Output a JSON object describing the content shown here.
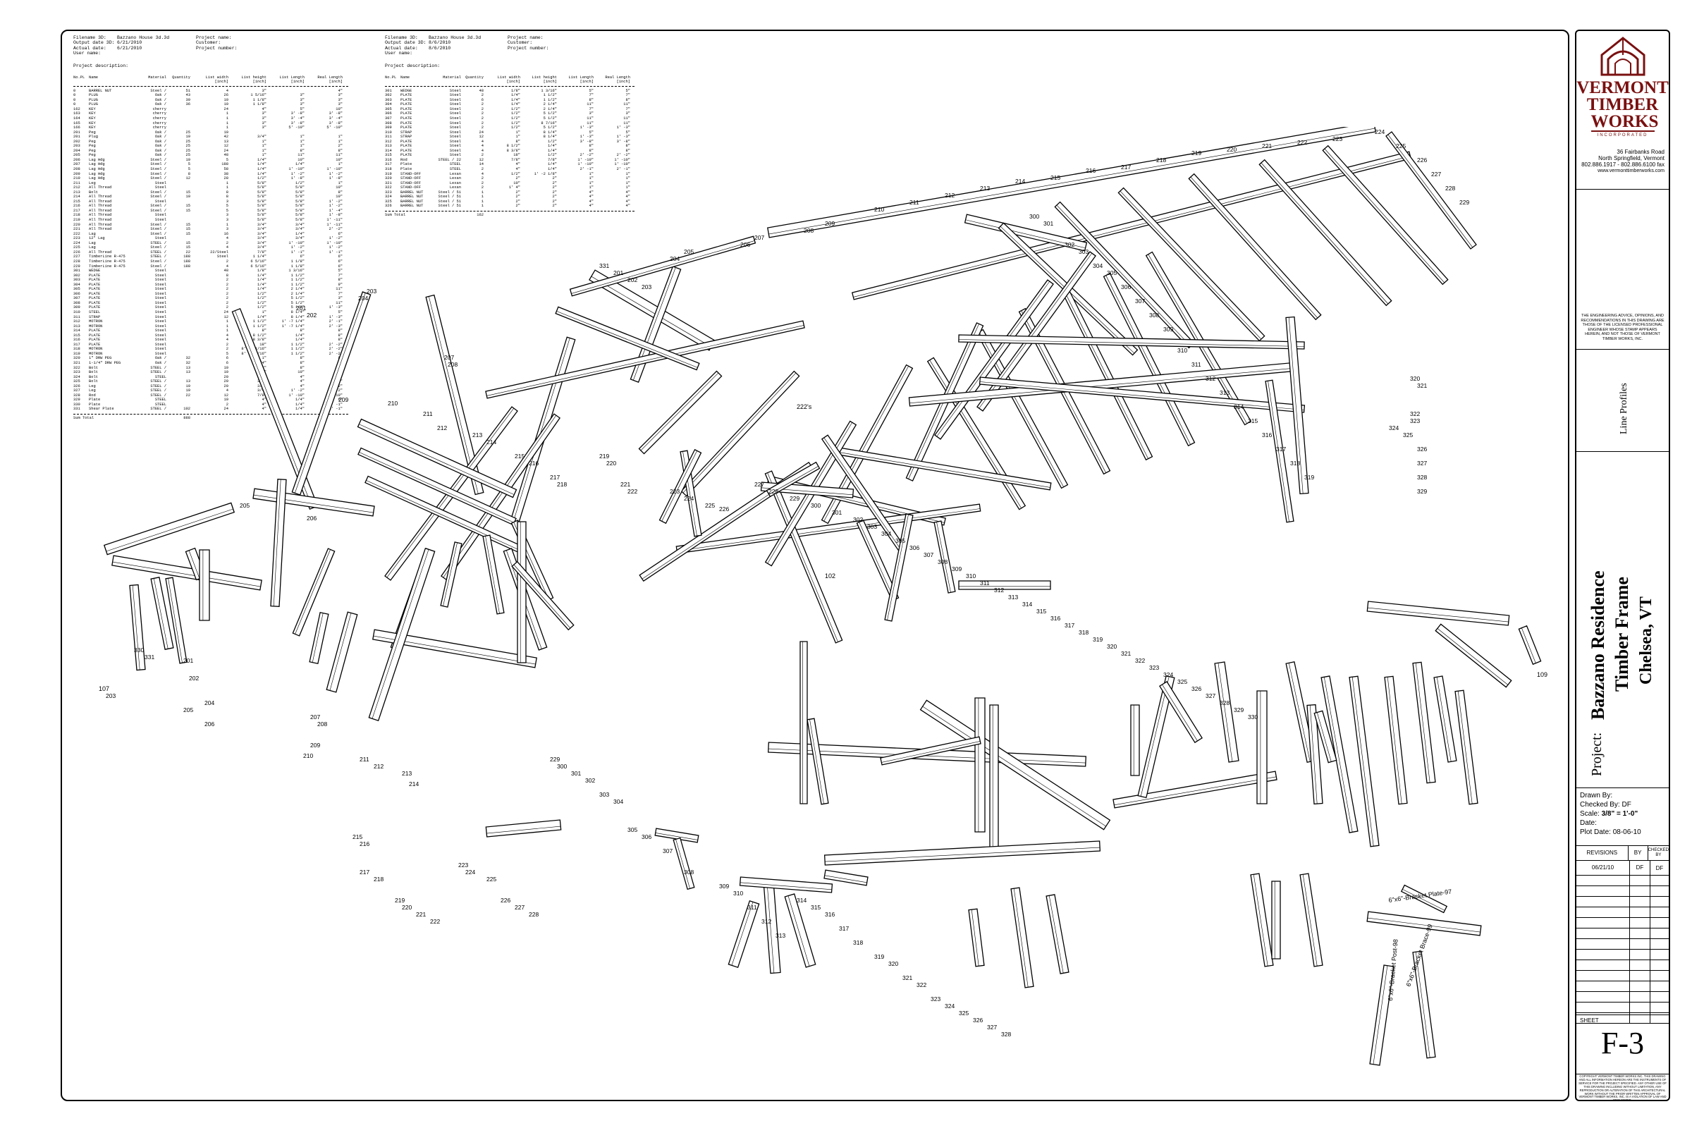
{
  "header_left": {
    "meta": [
      [
        "Filename 3D:",
        "Bazzano House 3d.3d",
        "Project name:"
      ],
      [
        "Output date 3D:",
        "6/21/2010",
        "Customer:"
      ],
      [
        "Actual date:",
        "6/21/2010",
        "Project number:"
      ],
      [
        "User name:",
        "",
        ""
      ]
    ],
    "description_label": "Project description:",
    "columns": [
      "No.PL",
      "Name",
      "Material",
      "Quantity",
      "List width [inch]",
      "List height [inch]",
      "List Length [inch]",
      "Real Length [inch]"
    ],
    "rows": [
      [
        "0",
        "BARREL NUT",
        "Steel /",
        "51",
        "4",
        "3\"",
        "",
        "4\""
      ],
      [
        "0",
        "PLUG",
        "Oak /",
        "43",
        "26",
        "1 5/16\"",
        "3\"",
        "3\""
      ],
      [
        "0",
        "PLUG",
        "Oak /",
        "39",
        "10",
        "1 1/8\"",
        "3\"",
        "3\""
      ],
      [
        "0",
        "PLUG",
        "Oak /",
        "36",
        "10",
        "1 1/8\"",
        "3\"",
        "3\""
      ],
      [
        "162",
        "KEY",
        "cherry",
        "",
        "24",
        "4\"",
        "5\"",
        "10\""
      ],
      [
        "163",
        "KEY",
        "cherry",
        "",
        "1",
        "3\"",
        "3' -8\"",
        "3' -8\""
      ],
      [
        "164",
        "KEY",
        "cherry",
        "",
        "1",
        "3\"",
        "3' -4\"",
        "3' -4\""
      ],
      [
        "165",
        "KEY",
        "cherry",
        "",
        "1",
        "3\"",
        "3' -8\"",
        "3' -8\""
      ],
      [
        "166",
        "KEY",
        "cherry",
        "",
        "1",
        "3\"",
        "5' -10\"",
        "5' -10\""
      ],
      [
        "201",
        "Peg",
        "Oak /",
        "25",
        "10",
        "",
        "",
        ""
      ],
      [
        "201",
        "Plug",
        "Oak /",
        "19",
        "42",
        "3/4\"",
        "1\"",
        "1\""
      ],
      [
        "202",
        "Peg",
        "Oak /",
        "25",
        "13",
        "1\"",
        "1\"",
        "1\""
      ],
      [
        "203",
        "Peg",
        "Oak /",
        "25",
        "12",
        "1\"",
        "1\"",
        "2\""
      ],
      [
        "204",
        "Peg",
        "Oak /",
        "25",
        "24",
        "1\"",
        "8\"",
        "8\""
      ],
      [
        "205",
        "Peg",
        "Oak /",
        "25",
        "48",
        "1\"",
        "11\"",
        "11\""
      ],
      [
        "206",
        "Lag Hdg",
        "Steel /",
        "19",
        "5",
        "1/4\"",
        "10\"",
        "10\""
      ],
      [
        "207",
        "Lag Hdg",
        "Steel /",
        "5",
        "188",
        "1/4\"",
        "1/4\"",
        "1\""
      ],
      [
        "208",
        "Lag Hdg",
        "Steel /",
        "5",
        "58",
        "1/4\"",
        "1' -10\"",
        "1' -10\""
      ],
      [
        "209",
        "Lag Hdg",
        "Steel /",
        "8",
        "38",
        "1/4\"",
        "1' -2\"",
        "1' -2\""
      ],
      [
        "210",
        "Lag Hdg",
        "Steel /",
        "12",
        "28",
        "1/2\"",
        "1' -8\"",
        "1' -8\""
      ],
      [
        "211",
        "Leg",
        "Steel",
        "",
        "1",
        "5/8\"",
        "1/2\"",
        "1\""
      ],
      [
        "212",
        "All Thread",
        "Steel",
        "",
        "1",
        "5/8\"",
        "5/8\"",
        "10\""
      ],
      [
        "213",
        "Bolt",
        "Steel /",
        "15",
        "8",
        "5/8\"",
        "5/8\"",
        "8\""
      ],
      [
        "214",
        "All Thread",
        "Steel /",
        "10",
        "8",
        "5/8\"",
        "5/8\"",
        "10\""
      ],
      [
        "215",
        "All Thread",
        "Steel",
        "",
        "3",
        "5/8\"",
        "5/8\"",
        "1' -2\""
      ],
      [
        "216",
        "All Thread",
        "Steel /",
        "15",
        "5",
        "5/8\"",
        "5/8\"",
        "1' -2\""
      ],
      [
        "217",
        "All Thread",
        "Steel /",
        "15",
        "5",
        "5/8\"",
        "5/8\"",
        "1' -4\""
      ],
      [
        "218",
        "All Thread",
        "Steel",
        "",
        "3",
        "5/8\"",
        "5/8\"",
        "1' -8\""
      ],
      [
        "219",
        "All Thread",
        "Steel",
        "",
        "3",
        "5/8\"",
        "5/8\"",
        "1' -11\""
      ],
      [
        "220",
        "All Thread",
        "Steel /",
        "15",
        "1",
        "3/4\"",
        "3/4\"",
        "1' -11\""
      ],
      [
        "221",
        "All Thread",
        "Steel /",
        "15",
        "3",
        "3/4\"",
        "3/4\"",
        "2' -2\""
      ],
      [
        "222",
        "Lag",
        "Steel /",
        "15",
        "16",
        "3/4\"",
        "1/4\"",
        "6\""
      ],
      [
        "223",
        "12\" Lag",
        "Steel",
        "",
        "4",
        "3/4\"",
        "3/4\"",
        "1' -2\""
      ],
      [
        "224",
        "Lag",
        "STEEL /",
        "15",
        "2",
        "3/4\"",
        "1' -10\"",
        "1' -10\""
      ],
      [
        "225",
        "Lag",
        "Steel /",
        "15",
        "4",
        "3/4\"",
        "1' -2\"",
        "1' -2\""
      ],
      [
        "226",
        "All Thread",
        "STEEL /",
        "22",
        "22/Steel",
        "7/8\"",
        "1' -1\"",
        "1' -1\""
      ],
      [
        "227",
        "TimberLine R-475",
        "STEEL /",
        "188",
        "Steel",
        "1 1/4\"",
        "6\"",
        "6\""
      ],
      [
        "228",
        "TimberLine R-475",
        "Steel /",
        "188",
        "2",
        "6 5/16\"",
        "1 1/8\"",
        "6\""
      ],
      [
        "229",
        "TimberLine R-475",
        "Steel /",
        "188",
        "4",
        "6 5/16\"",
        "1 1/8\"",
        "6\""
      ],
      [
        "301",
        "WEDGE",
        "Steel",
        "",
        "48",
        "1/8\"",
        "1 3/16\"",
        "5\""
      ],
      [
        "302",
        "PLATE",
        "Steel",
        "",
        "8",
        "1/4\"",
        "1 1/2\"",
        "7\""
      ],
      [
        "303",
        "PLATE",
        "Steel",
        "",
        "2",
        "1/4\"",
        "1 1/2\"",
        "8\""
      ],
      [
        "304",
        "PLATE",
        "Steel",
        "",
        "2",
        "1/4\"",
        "1 1/2\"",
        "9\""
      ],
      [
        "305",
        "PLATE",
        "Steel",
        "",
        "2",
        "1/4\"",
        "2 1/4\"",
        "11\""
      ],
      [
        "306",
        "PLATE",
        "Steel",
        "",
        "2",
        "1/2\"",
        "2 1/4\"",
        "7\""
      ],
      [
        "307",
        "PLATE",
        "Steel",
        "",
        "2",
        "1/2\"",
        "5 1/2\"",
        "3\""
      ],
      [
        "308",
        "PLATE",
        "Steel",
        "",
        "2",
        "1/2\"",
        "5 1/2\"",
        "11\""
      ],
      [
        "309",
        "PLATE",
        "Steel",
        "",
        "2",
        "1/2\"",
        "5 1/2\"",
        "1' -3\""
      ],
      [
        "310",
        "STEEL",
        "Steel",
        "",
        "24",
        "1\"",
        "8 1/4\"",
        "5\""
      ],
      [
        "311",
        "STRAP",
        "Steel",
        "",
        "12",
        "1/4\"",
        "8 1/4\"",
        "1' -3\""
      ],
      [
        "312",
        "MOTRON",
        "Steel",
        "",
        "1",
        "1 1/2\"",
        "1' -7 1/4\"",
        "2' -1\""
      ],
      [
        "313",
        "MOTRON",
        "Steel",
        "",
        "1",
        "1 1/2\"",
        "1' -7 1/4\"",
        "2' -3\""
      ],
      [
        "314",
        "PLATE",
        "Steel",
        "",
        "1",
        "8\"",
        "8\"",
        "8\""
      ],
      [
        "315",
        "PLATE",
        "Steel",
        "",
        "4",
        "8 1/2\"",
        "1/4\"",
        "8\""
      ],
      [
        "316",
        "PLATE",
        "Steel",
        "",
        "4",
        "8 3/8\"",
        "1/4\"",
        "8\""
      ],
      [
        "317",
        "PLATE",
        "Steel",
        "",
        "2",
        "18\"",
        "1 1/2\"",
        "2' -2\""
      ],
      [
        "318",
        "MOTRON",
        "Steel",
        "",
        "2",
        "8' -2 1/16\"",
        "1 1/2\"",
        "2' -2\""
      ],
      [
        "319",
        "MOTRON",
        "Steel",
        "",
        "5",
        "8' -7 1/16\"",
        "1 1/2\"",
        "2' -2\""
      ],
      [
        "320",
        "1\" DRW PEG",
        "Oak /",
        "32",
        "6",
        "1\"",
        "8\"",
        "8\""
      ],
      [
        "321",
        "1-1/4\" DRW PEG",
        "Oak /",
        "32",
        "6",
        "1 1/4\"",
        "8\"",
        "8\""
      ],
      [
        "322",
        "Bolt",
        "STEEL /",
        "13",
        "10",
        "1/2\"",
        "8\"",
        "8\""
      ],
      [
        "323",
        "Bolt",
        "STEEL /",
        "13",
        "10",
        "1/2\"",
        "10\"",
        "10\""
      ],
      [
        "324",
        "Bolt",
        "STEEL",
        "",
        "20",
        "3/4\"",
        "4\"",
        "4\""
      ],
      [
        "325",
        "Bolt",
        "STEEL /",
        "13",
        "20",
        "3/4\"",
        "4\"",
        "4\""
      ],
      [
        "326",
        "Leg",
        "STEEL /",
        "19",
        "20",
        "3/4\"",
        "4\"",
        "1' -2\""
      ],
      [
        "327",
        "Leg",
        "STEEL /",
        "19",
        "4",
        "3/4\"",
        "1' -2\"",
        "1' -2\""
      ],
      [
        "328",
        "Rod",
        "STEEL /",
        "22",
        "12",
        "7/8\"",
        "1' -10\"",
        "1' -10\""
      ],
      [
        "329",
        "Plate",
        "STEEL",
        "",
        "10",
        "4\"",
        "1/4\"",
        "6\""
      ],
      [
        "330",
        "Plate",
        "STEEL",
        "",
        "2",
        "4\"",
        "1/4\"",
        "1' -1\""
      ],
      [
        "331",
        "Shear Plate",
        "STEEL /",
        "102",
        "24",
        "4\"",
        "1/4\"",
        "1' -1\""
      ]
    ],
    "sum_label": "Sum Total",
    "sum_value": "888"
  },
  "header_right": {
    "meta": [
      [
        "Filename 3D:",
        "Bazzano House 3d.3d",
        "Project name:"
      ],
      [
        "Output date 3D:",
        "8/6/2010",
        "Customer:"
      ],
      [
        "Actual date:",
        "8/6/2010",
        "Project number:"
      ],
      [
        "User name:",
        "",
        ""
      ]
    ],
    "description_label": "Project description:",
    "columns": [
      "No.PL",
      "Name",
      "Material",
      "Quantity",
      "List width [inch]",
      "List height [inch]",
      "List Length [inch]",
      "Real Length [inch]"
    ],
    "rows": [
      [
        "301",
        "WEDGE",
        "Steel",
        "48",
        "1/8\"",
        "1 3/16\"",
        "5\"",
        "5\""
      ],
      [
        "302",
        "PLATE",
        "Steel",
        "2",
        "1/4\"",
        "1 1/2\"",
        "7\"",
        "7\""
      ],
      [
        "303",
        "PLATE",
        "Steel",
        "6",
        "1/4\"",
        "1 1/2\"",
        "8\"",
        "8\""
      ],
      [
        "304",
        "PLATE",
        "Steel",
        "2",
        "1/4\"",
        "2 1/4\"",
        "11\"",
        "11\""
      ],
      [
        "305",
        "PLATE",
        "Steel",
        "2",
        "1/2\"",
        "2 1/4\"",
        "7\"",
        "7\""
      ],
      [
        "306",
        "PLATE",
        "Steel",
        "2",
        "1/2\"",
        "5 1/2\"",
        "3\"",
        "3\""
      ],
      [
        "307",
        "PLATE",
        "Steel",
        "2",
        "1/2\"",
        "5 1/2\"",
        "11\"",
        "11\""
      ],
      [
        "308",
        "PLATE",
        "Steel",
        "2",
        "1/2\"",
        "8 7/16\"",
        "11\"",
        "11\""
      ],
      [
        "309",
        "PLATE",
        "Steel",
        "2",
        "1/2\"",
        "5 1/2\"",
        "1' -3\"",
        "1' -3\""
      ],
      [
        "310",
        "STRAP",
        "Steel",
        "24",
        "1\"",
        "8 1/4\"",
        "5\"",
        "5\""
      ],
      [
        "311",
        "STRAP",
        "Steel",
        "12",
        "1\"",
        "8 1/4\"",
        "1' -3\"",
        "1' -3\""
      ],
      [
        "312",
        "PLATE",
        "Steel",
        "4",
        "8\"",
        "1/2\"",
        "3' -8\"",
        "3' -8\""
      ],
      [
        "313",
        "PLATE",
        "Steel",
        "4",
        "8 1/2\"",
        "1/4\"",
        "8\"",
        "8\""
      ],
      [
        "314",
        "PLATE",
        "Steel",
        "4",
        "8 3/8\"",
        "1/4\"",
        "8\"",
        "8\""
      ],
      [
        "315",
        "PLATE",
        "Steel",
        "2",
        "18\"",
        "1/2\"",
        "2' -2\"",
        "2' -2\""
      ],
      [
        "316",
        "Rod",
        "STEEL /  22",
        "12",
        "7/8\"",
        "7/8\"",
        "1' -10\"",
        "1' -10\""
      ],
      [
        "317",
        "Plate",
        "STEEL",
        "14",
        "4\"",
        "1/4\"",
        "1' -10\"",
        "1' -10\""
      ],
      [
        "318",
        "Plate",
        "STEEL",
        "2",
        "4\"",
        "1/4\"",
        "2' -1\"",
        "2' -1\""
      ],
      [
        "319",
        "STAND-OFF",
        "Lexan",
        "4",
        "1/2\"",
        "1' -2 1/8\"",
        "1\"",
        "1\""
      ],
      [
        "320",
        "STAND-OFF",
        "Lexan",
        "2",
        "2\"",
        "2\"",
        "1\"",
        "1\""
      ],
      [
        "321",
        "STAND-OFF",
        "Lexan",
        "2",
        "10\"",
        "2\"",
        "1\"",
        "1\""
      ],
      [
        "322",
        "STAND-OFF",
        "Lexan",
        "2",
        "1' 4\"",
        "2\"",
        "1\"",
        "1\""
      ],
      [
        "323",
        "BARREL NUT",
        "Steel /  51",
        "1",
        "2\"",
        "2\"",
        "4\"",
        "4\""
      ],
      [
        "324",
        "BARREL NUT",
        "Steel /  51",
        "1",
        "2\"",
        "2\"",
        "4\"",
        "4\""
      ],
      [
        "325",
        "BARREL NUT",
        "Steel /  51",
        "1",
        "2\"",
        "2\"",
        "4\"",
        "4\""
      ],
      [
        "326",
        "BARREL NUT",
        "Steel /  51",
        "1",
        "2\"",
        "2\"",
        "4\"",
        "4\""
      ]
    ],
    "sum_label": "Sum Total",
    "sum_value": "162"
  },
  "diagram": {
    "member_labels": [
      "201",
      "202",
      "203",
      "204",
      "205",
      "206",
      "207",
      "208",
      "209",
      "210",
      "211",
      "212",
      "213",
      "214",
      "215",
      "216",
      "217",
      "218",
      "219",
      "220",
      "221",
      "222",
      "223",
      "224",
      "225",
      "226",
      "227",
      "228",
      "229",
      "300",
      "301",
      "302",
      "303",
      "304",
      "305",
      "306",
      "307",
      "308",
      "309",
      "310",
      "311",
      "312",
      "313",
      "314",
      "315",
      "316",
      "317",
      "318",
      "319",
      "320",
      "321",
      "322",
      "323",
      "324",
      "325",
      "326",
      "327",
      "328",
      "329",
      "330",
      "331"
    ],
    "callouts": {
      "bracket_plate": "6\"x6\"-Bracket Plate-97",
      "bracket_post": "6\"x6\"-Bracket Post-98",
      "bracket_brace": "6\"x6\"-Bracket Brace-99",
      "timber_107": "107",
      "timber_109": "109",
      "timber_102": "102",
      "timber_222": "222's"
    }
  },
  "title_block": {
    "logo_lines": [
      "VERMONT",
      "TIMBER",
      "WORKS"
    ],
    "logo_sub": "INCORPORATED",
    "address": [
      "36 Fairbanks Road",
      "North Springfield, Vermont",
      "802.886.1917 - 802.886.6100 fax",
      "www.vermonttimberworks.com"
    ],
    "engineering_note": "THE ENGINEERING ADVICE, OPINIONS, AND RECOMMENDATIONS IN THIS DRAWING ARE THOSE OF THE LICENSED PROFESSIONAL ENGINEER WHOSE STAMP APPEARS HEREIN, AND NOT THOSE OF VERMONT TIMBER WORKS, INC.",
    "drawing_title": "Line Profiles",
    "project_label": "Project:",
    "project_name": "Bazzano Residence",
    "project_sub": "Timber Frame",
    "project_loc": "Chelsea, VT",
    "drawn_by": "Drawn By:",
    "checked_by": "Checked By: DF",
    "scale_label": "Scale:",
    "scale_value": "3/8\" = 1'-0\"",
    "date_label": "Date:",
    "plot_date": "Plot Date: 08-06-10",
    "revisions": {
      "h1": "REVISIONS",
      "h2": "BY",
      "h3": "CHECKED BY",
      "row1": [
        "06/21/10",
        "DF",
        "DF"
      ]
    },
    "sheet_label": "SHEET",
    "sheet_number": "F-3",
    "copyright": "COPYRIGHT VERMONT TIMBER WORKS INC. THIS DRAWING AND ALL INFORMATION HEREON ARE THE INSTRUMENTS OF SERVICE FOR THE PROJECT SPECIFIED. ANY OTHER USE OF THIS DRAWING INCLUDING WITHOUT LIMITATION, ANY REPRODUCTION OR ALTERATION OF THIS ARCHITECTURAL WORK WITHOUT THE PRIOR WRITTEN APPROVAL OF VERMONT TIMBER WORKS, INC. IS A VIOLATION OF LAW AND PROHIBITED."
  }
}
